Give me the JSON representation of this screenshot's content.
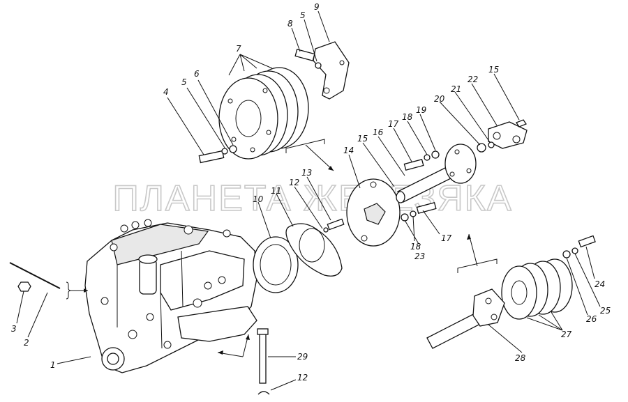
{
  "watermark": "ПЛАНЕТА ЖЕЛЕЗЯКА",
  "callouts": [
    "1",
    "2",
    "3",
    "4",
    "5",
    "6",
    "7",
    "8",
    "5",
    "9",
    "10",
    "11",
    "12",
    "13",
    "14",
    "15",
    "16",
    "17",
    "18",
    "19",
    "20",
    "21",
    "22",
    "15",
    "23",
    "18",
    "17",
    "24",
    "25",
    "26",
    "27",
    "28",
    "29",
    "12"
  ]
}
